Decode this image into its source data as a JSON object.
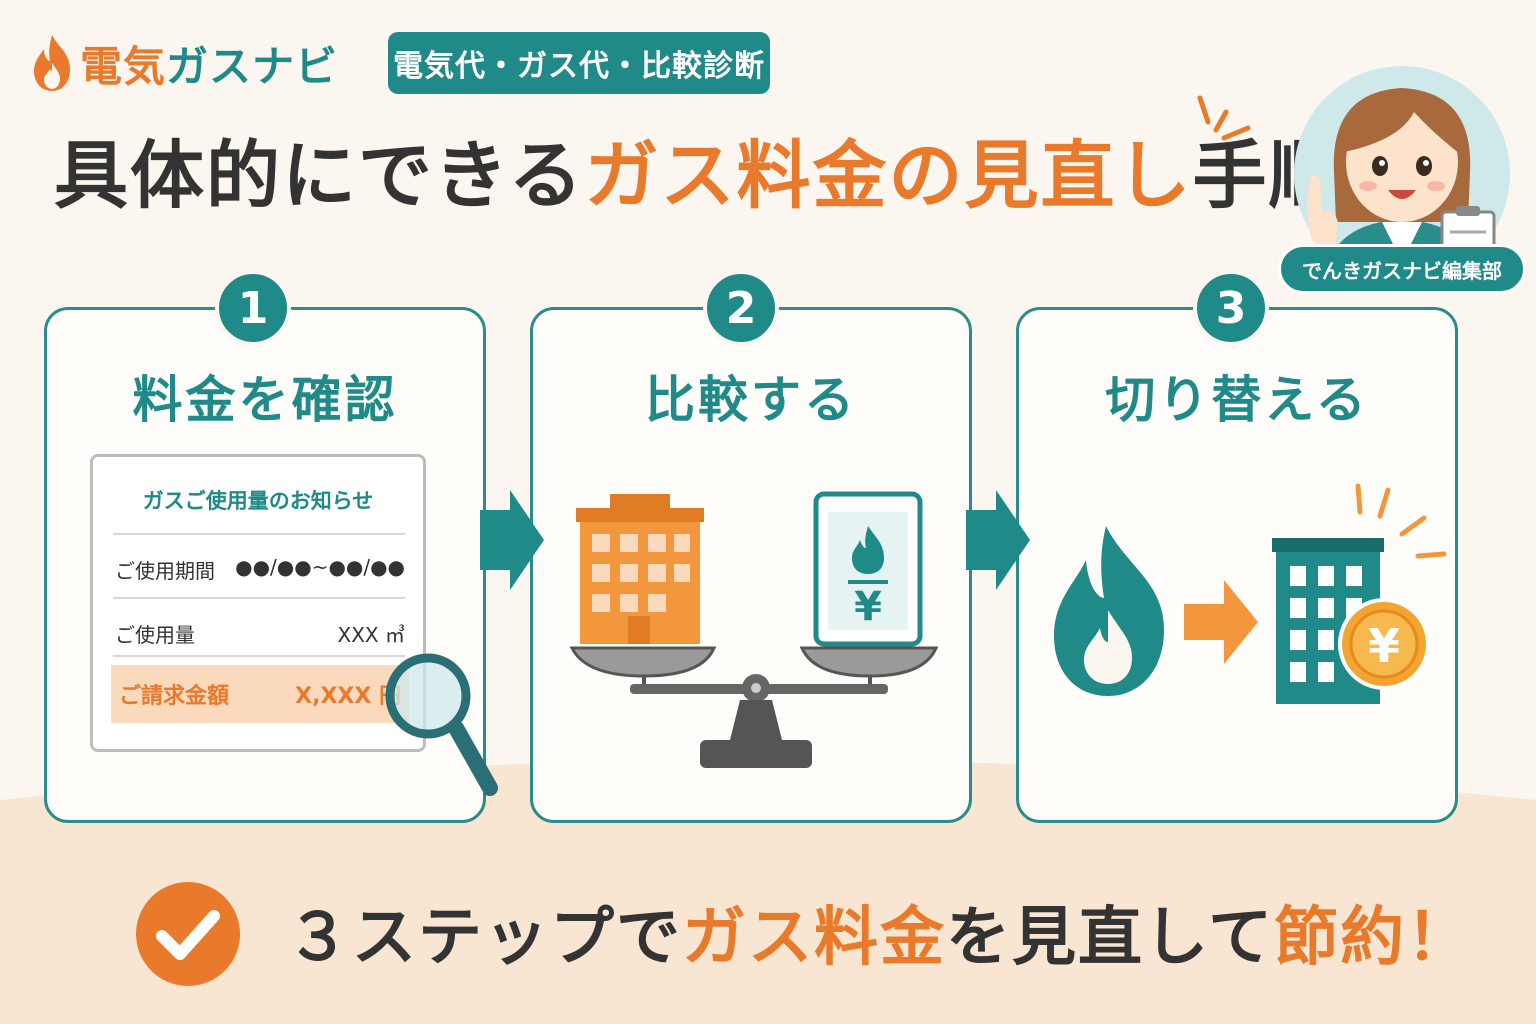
{
  "header": {
    "logo_text_a": "電気",
    "logo_text_b": "ガスナビ",
    "tag": "電気代・ガス代・比較診断",
    "title_dark_1": "具体的にできる",
    "title_accent": "ガス料金の見直し",
    "title_dark_2": "手順",
    "editor_badge": "でんきガスナビ編集部"
  },
  "steps": [
    {
      "number": "1",
      "title": "料金を確認"
    },
    {
      "number": "2",
      "title": "比較する"
    },
    {
      "number": "3",
      "title": "切り替える"
    }
  ],
  "bill": {
    "title": "ガスご使用量のお知らせ",
    "rows": [
      {
        "label": "ご使用期間",
        "value": "●●/●●~●●/●●"
      },
      {
        "label": "ご使用量",
        "value": "XXX ㎥"
      },
      {
        "label": "ご請求金額",
        "value": "X,XXX 円"
      }
    ]
  },
  "icons": {
    "yen": "¥"
  },
  "footer": {
    "dark_1": "３ステップで",
    "accent_1": "ガス料金",
    "dark_2": "を見直して",
    "accent_2": "節約！"
  },
  "colors": {
    "teal": "#1f8a88",
    "orange": "#ea7a2b",
    "background": "#fbf6ef"
  }
}
